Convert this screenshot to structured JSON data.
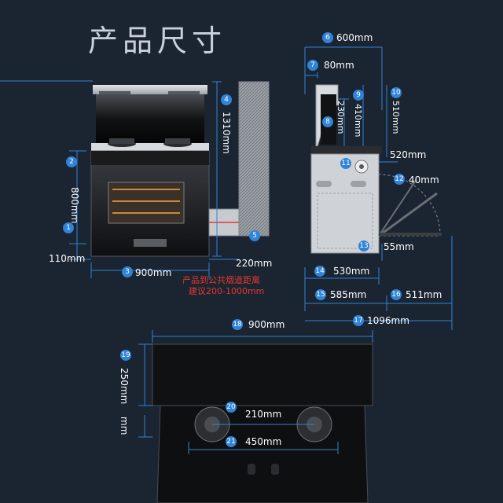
{
  "title": "产品尺寸",
  "note_lines": [
    "产品到公共烟道距离",
    "建议200-1000mm"
  ],
  "badges": [
    "1",
    "2",
    "3",
    "4",
    "5",
    "6",
    "7",
    "8",
    "9",
    "10",
    "11",
    "12",
    "13",
    "14",
    "15",
    "16",
    "17",
    "18",
    "19",
    "20",
    "21"
  ],
  "dims": {
    "d2": "800mm",
    "d3": "900mm",
    "d4": "1310mm",
    "d5": "220mm",
    "d6": "600mm",
    "d7": "80mm",
    "d8": "230mm",
    "d9": "410mm",
    "d10": "510mm",
    "d520": "520mm",
    "d12": "40mm",
    "d13": "55mm",
    "d14": "530mm",
    "d15": "585mm",
    "d16": "511mm",
    "d17": "1096mm",
    "d18": "900mm",
    "d19": "250mm",
    "d19b": "mm",
    "d20": "210mm",
    "d21": "450mm",
    "d110": "110mm"
  },
  "colors": {
    "background": "#1b2431",
    "dimension": "#2f84d8",
    "badge": "#2f84d8",
    "note": "#e5392f",
    "title": "#c9d2dc"
  }
}
